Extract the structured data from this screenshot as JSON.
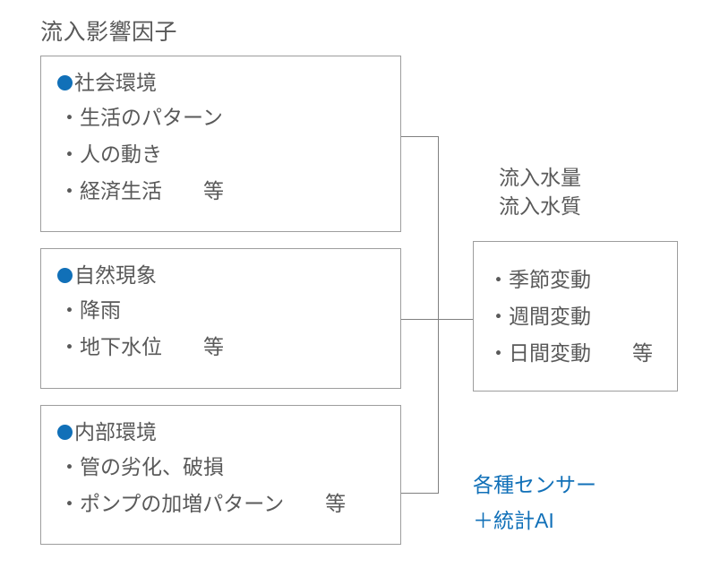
{
  "diagram": {
    "title": "流入影響因子",
    "accent_color": "#1170B8",
    "text_color": "#595959",
    "line_color": "#9d9d9d",
    "factor_boxes": [
      {
        "id": "social-environment",
        "heading": "社会環境",
        "bullet_icon": "filled-circle-bullet",
        "items": [
          "・生活のパターン",
          "・人の動き",
          "・経済生活　　等"
        ]
      },
      {
        "id": "natural-phenomena",
        "heading": "自然現象",
        "bullet_icon": "filled-circle-bullet",
        "items": [
          "・降雨",
          "・地下水位　　等"
        ]
      },
      {
        "id": "internal-environment",
        "heading": "内部環境",
        "bullet_icon": "filled-circle-bullet",
        "items": [
          "・管の劣化、破損",
          "・ポンプの加増パターン　　等"
        ]
      }
    ],
    "result": {
      "caption_line_1": "流入水量",
      "caption_line_2": "流入水質",
      "items": [
        "・季節変動",
        "・週間変動",
        "・日間変動　　等"
      ]
    },
    "note": {
      "line_1": "各種センサー",
      "line_2": "＋統計AI"
    }
  }
}
